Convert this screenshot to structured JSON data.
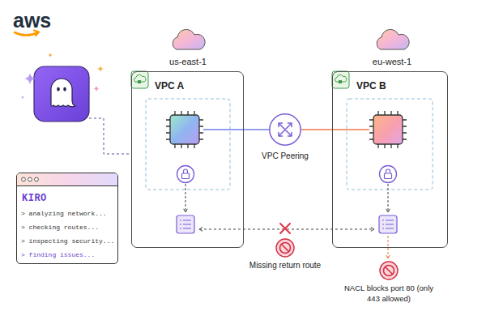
{
  "diagram": {
    "nodes": [
      {
        "text": [
          "VPC A"
        ]
      },
      {
        "text": [
          "VPC Peering"
        ]
      },
      {
        "text": [
          "VPC B"
        ]
      },
      {
        "text": [
          "KIRO",
          "> analyzing network...",
          "> checking routes...",
          "> inspecting security...",
          "> finding issues..."
        ]
      }
    ],
    "edges": [
      {
        "from": 0,
        "to": 1,
        "arrow": "none"
      },
      {
        "from": 1,
        "to": 2,
        "arrow": "none"
      }
    ],
    "labels": [
      "aws",
      "us-east-1",
      "eu-west-1",
      "Missing return route",
      "NACL blocks port 80 (only 443 allowed)"
    ]
  }
}
